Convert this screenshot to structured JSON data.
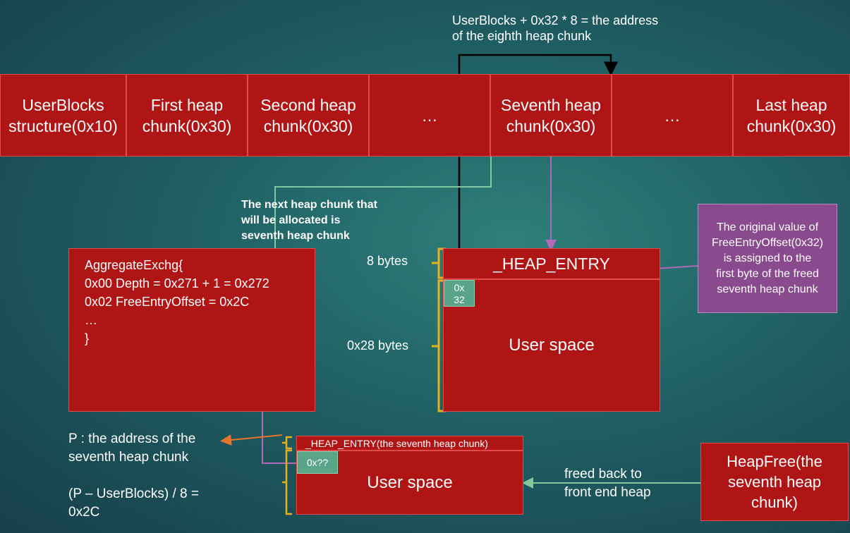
{
  "top_note": "UserBlocks + 0x32 * 8 = the address\nof the eighth heap chunk",
  "heap_row": [
    "UserBlocks\nstructure(0x10)",
    "First heap\nchunk(0x30)",
    "Second heap\nchunk(0x30)",
    "…",
    "Seventh heap\nchunk(0x30)",
    "…",
    "Last heap\nchunk(0x30)"
  ],
  "next_chunk_note": "The next heap chunk that\nwill be allocated is\nseventh heap chunk",
  "aggregate": {
    "line1": "AggregateExchg{",
    "line2": "0x00 Depth = 0x271 + 1 = 0x272",
    "line3": "0x02 FreeEntryOffset = 0x2C",
    "line4": "…",
    "line5": "}"
  },
  "upper_chunk": {
    "size_header": "8 bytes",
    "size_body": "0x28 bytes",
    "header_label": "_HEAP_ENTRY",
    "offset_value": "0x\n32",
    "body_label": "User space"
  },
  "purple_note": "The original value of\nFreeEntryOffset(0x32)\nis assigned to the\nfirst byte of the freed\nseventh heap chunk",
  "p_note": "P : the address of the\nseventh heap chunk",
  "formula": "(P – UserBlocks) / 8 =\n0x2C",
  "lower_chunk": {
    "header_label": "_HEAP_ENTRY(the seventh heap chunk)",
    "offset_value": "0x??",
    "body_label": "User space"
  },
  "freed_note": "freed back to\nfront end heap",
  "heapfree_label": "HeapFree(the\nseventh heap\nchunk)",
  "colors": {
    "red": "#b01515",
    "green_line": "#7fc8a0",
    "purple_line": "#b06ab8",
    "purple_box": "#8a4a8e",
    "orange_line": "#e8742a",
    "bracket": "#e8b020"
  }
}
